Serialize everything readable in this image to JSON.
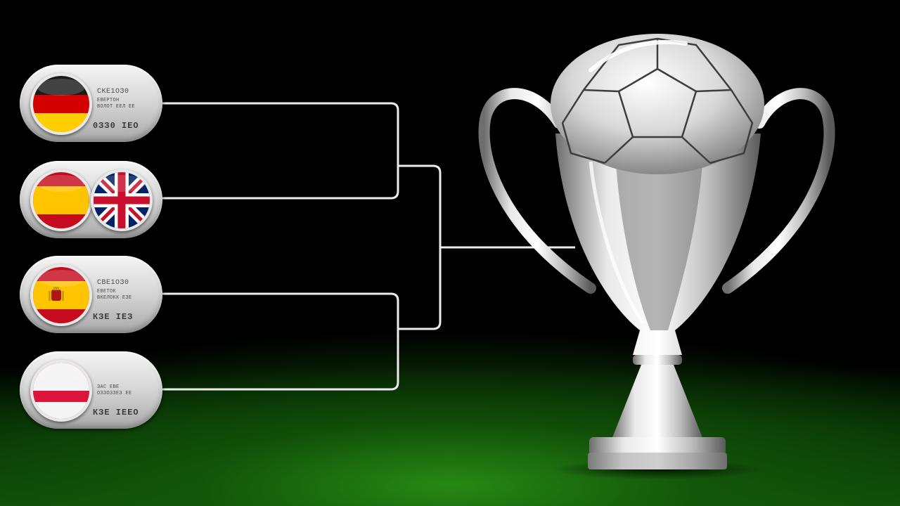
{
  "bracket": {
    "entries": [
      {
        "flag": "germany-flag",
        "line1": "СКЕ1ОЗ0",
        "line2": "ЕВЕРТОН",
        "line3": "ВОЛОТ ЕЕЛ ЕЕ",
        "score": "0ЗЗ0 ІЕО"
      },
      {
        "flag": "spain-flag",
        "flag2": "united-kingdom-flag",
        "line1": "",
        "line2": "",
        "line3": "",
        "score": ""
      },
      {
        "flag": "spain-flag",
        "line1": "СВЕ1ОЗ0",
        "line2": "ЕВЕТОК",
        "line3": "ВКЕЛОКК ЕЗЕ",
        "score": "КЗЕ ІЕЗ"
      },
      {
        "flag": "poland-flag",
        "line1": "",
        "line2": "ЗАС ЕВЕ",
        "line3": "ОЗЗОЗЗЕЗ ЕЕ",
        "score": "КЗЕ ІЕЕО"
      }
    ]
  },
  "trophy": {
    "icon": "football-trophy-icon",
    "material": "silver"
  },
  "colors": {
    "background": "#000000",
    "pitch": "#2e8b12",
    "bracket_line": "#ececec",
    "pill": "#d9d9d9"
  }
}
